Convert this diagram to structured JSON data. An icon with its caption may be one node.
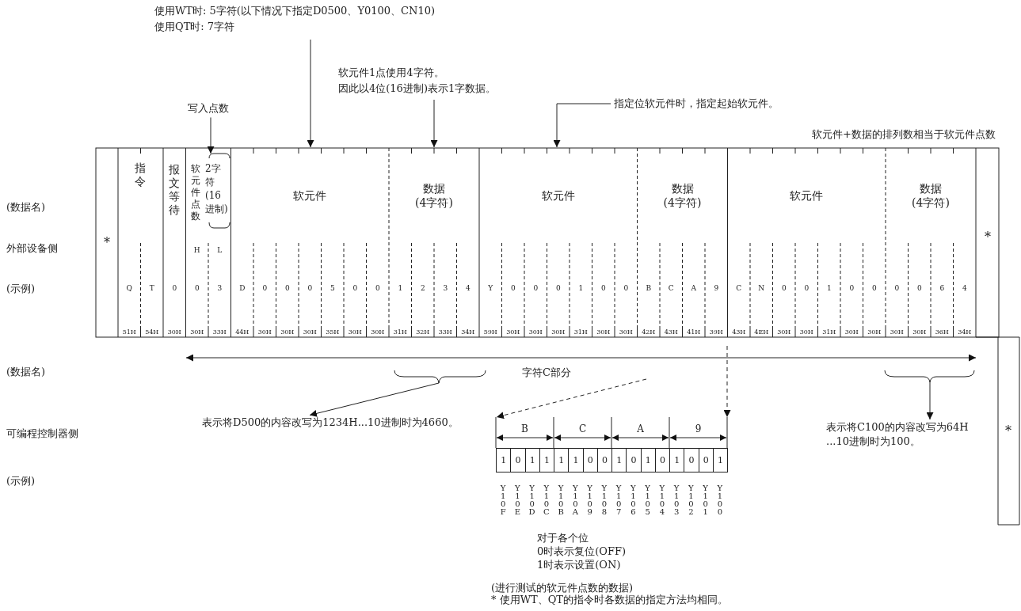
{
  "diagram": {
    "nodes": [
      {
        "text": [
          "使用WT时: 5字符(以下情况下指定D0500、Y0100、CN10)",
          "使用QT时: 7字符"
        ]
      },
      {
        "text": [
          "写入点数"
        ]
      },
      {
        "text": [
          "软元件1点使用4字符。",
          "因此以4位(16进制)表示1字数据。"
        ]
      },
      {
        "text": [
          "指定位软元件时，指定起始软元件。"
        ]
      },
      {
        "text": [
          "表示将D500的内容改写为1234H...10进制时为4660。"
        ]
      },
      {
        "text": [
          "表示将C100的内容改写为64H",
          "...10进制时为100。"
        ]
      },
      {
        "text": [
          "1",
          "0",
          "1",
          "1",
          "1",
          "1",
          "0",
          "0",
          "1",
          "0",
          "1",
          "0",
          "1",
          "0",
          "0",
          "1"
        ]
      },
      {
        "text": [],
        "shape": "brace"
      },
      {
        "text": [],
        "shape": "brace"
      },
      {
        "text": [],
        "shape": "bracket"
      }
    ],
    "edges": [
      {
        "from": 0,
        "to": null,
        "arrow": "to"
      },
      {
        "from": 1,
        "to": 9,
        "arrow": "to"
      },
      {
        "from": 2,
        "to": null,
        "arrow": "to"
      },
      {
        "from": 3,
        "to": null,
        "arrow": "to"
      },
      {
        "from": 7,
        "to": 4,
        "arrow": "to"
      },
      {
        "from": 8,
        "to": 5,
        "arrow": "to"
      },
      {
        "from": null,
        "to": 6,
        "arrow": "to",
        "style": "dashed"
      },
      {
        "from": null,
        "to": 6,
        "arrow": "to",
        "style": "dashed"
      }
    ],
    "labels": [
      "软元件+数据的排列数相当于软元件点数",
      "(数据名)",
      "指令",
      "报文等待",
      "软元件点数",
      "2字符(16进制)",
      "软元件",
      "数据(4字符)",
      "软元件",
      "数据(4字符)",
      "软元件",
      "数据(4字符)",
      "外部设备侧",
      "*",
      "H",
      "L",
      "*",
      "(示例)",
      "Q",
      "T",
      "0",
      "0",
      "3",
      "D",
      "0",
      "0",
      "0",
      "5",
      "0",
      "0",
      "1",
      "2",
      "3",
      "4",
      "Y",
      "0",
      "0",
      "0",
      "1",
      "0",
      "0",
      "B",
      "C",
      "A",
      "9",
      "C",
      "N",
      "0",
      "0",
      "1",
      "0",
      "0",
      "0",
      "0",
      "6",
      "4",
      "51H",
      "54H",
      "30H",
      "30H",
      "33H",
      "44H",
      "30H",
      "30H",
      "30H",
      "35H",
      "30H",
      "30H",
      "31H",
      "32H",
      "33H",
      "34H",
      "59H",
      "30H",
      "30H",
      "30H",
      "31H",
      "30H",
      "30H",
      "42H",
      "43H",
      "41H",
      "39H",
      "43H",
      "4EH",
      "30H",
      "30H",
      "31H",
      "30H",
      "30H",
      "30H",
      "30H",
      "36H",
      "34H",
      "(数据名)",
      "字符C部分",
      "可编程控制器侧",
      "B",
      "C",
      "A",
      "9",
      "*",
      "(示例)",
      "Y10F",
      "Y10E",
      "Y10D",
      "Y10C",
      "Y10B",
      "Y10A",
      "Y109",
      "Y108",
      "Y107",
      "Y106",
      "Y105",
      "Y104",
      "Y103",
      "Y102",
      "Y101",
      "Y100",
      "对于各个位",
      "0时表示复位(OFF)",
      "1时表示设置(ON)",
      "(进行测试的软元件点数的数据)",
      "* 使用WT、QT的指令时各数据的指定方法均相同。"
    ]
  }
}
